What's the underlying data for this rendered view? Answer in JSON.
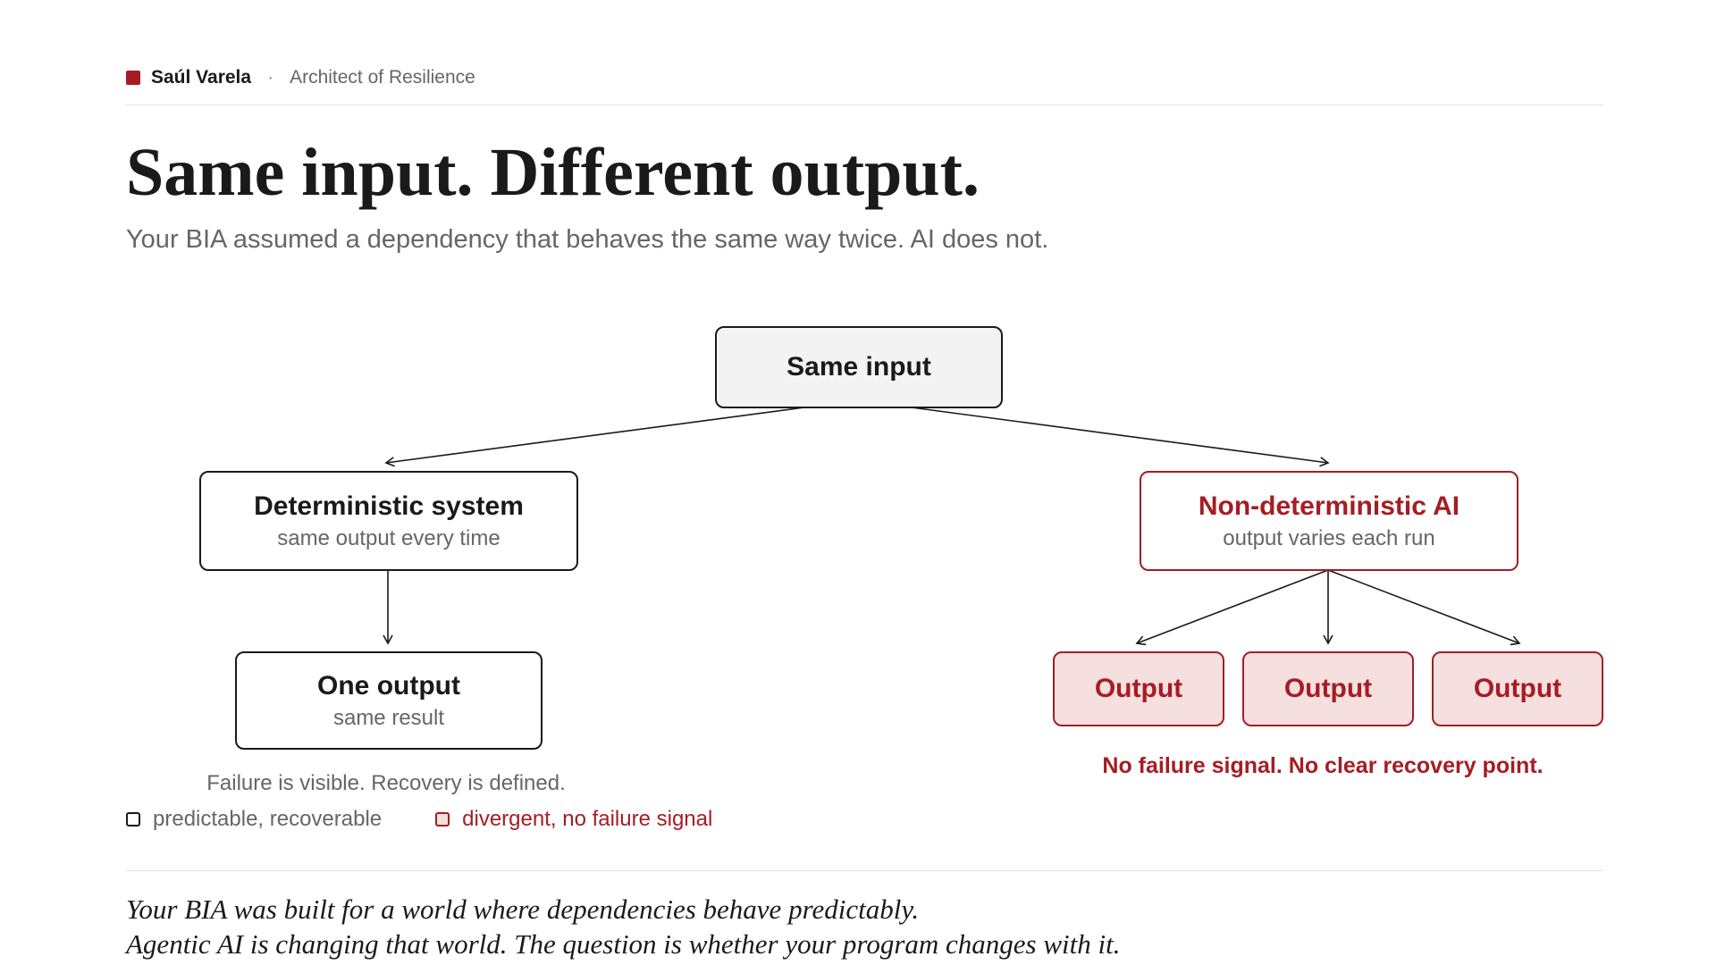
{
  "header": {
    "author": "Saúl Varela",
    "separator": "·",
    "role": "Architect of Resilience"
  },
  "title": "Same input. Different output.",
  "subtitle": "Your BIA assumed a dependency that behaves the same way twice. AI does not.",
  "diagram": {
    "input": {
      "label": "Same input"
    },
    "deterministic": {
      "title": "Deterministic system",
      "subtitle": "same output every time"
    },
    "one_output": {
      "title": "One output",
      "subtitle": "same result"
    },
    "nondeterministic": {
      "title": "Non-deterministic AI",
      "subtitle": "output varies each run"
    },
    "outputs": [
      "Output",
      "Output",
      "Output"
    ],
    "left_caption": "Failure is visible. Recovery is defined.",
    "right_caption": "No failure signal. No clear recovery point."
  },
  "legend": [
    {
      "label": "predictable, recoverable",
      "style": "black"
    },
    {
      "label": "divergent, no failure signal",
      "style": "red"
    }
  ],
  "closing": {
    "line1": "Your BIA was built for a world where dependencies behave predictably.",
    "line2": "Agentic AI is changing that world. The question is whether your program changes with it."
  },
  "colors": {
    "accent": "#a51d24",
    "output_fill": "#f6dfdf",
    "input_fill": "#f3f3f3",
    "text": "#1a1a1a",
    "muted": "#666666"
  }
}
